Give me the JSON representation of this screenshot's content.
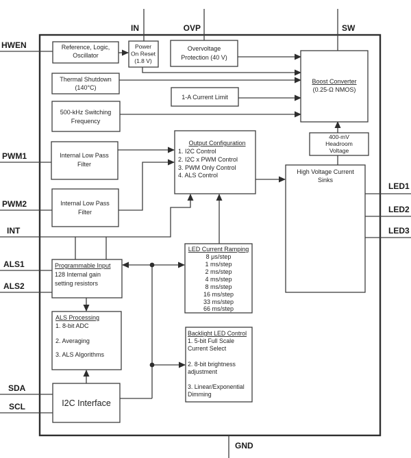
{
  "pins": {
    "hwen": "HWEN",
    "in": "IN",
    "ovp": "OVP",
    "sw": "SW",
    "pwm1": "PWM1",
    "pwm2": "PWM2",
    "int": "INT",
    "als1": "ALS1",
    "als2": "ALS2",
    "sda": "SDA",
    "scl": "SCL",
    "led1": "LED1",
    "led2": "LED2",
    "led3": "LED3",
    "gnd": "GND"
  },
  "blocks": {
    "reference": {
      "line1": "Reference, Logic,",
      "line2": "Oscillator"
    },
    "power_on_reset": {
      "line1": "Power",
      "line2": "On Reset",
      "line3": "(1.8 V)"
    },
    "overvoltage": {
      "line1": "Overvoltage",
      "line2": "Protection (40 V)"
    },
    "thermal": {
      "line1": "Thermal Shutdown",
      "line2": "(140°C)"
    },
    "current_limit": {
      "line1": "1-A Current Limit"
    },
    "switching": {
      "line1": "500-kHz Switching",
      "line2": "Frequency"
    },
    "boost": {
      "title": "Boost Converter",
      "line1": "(0.25-Ω NMOS)"
    },
    "headroom": {
      "line1": "400-mV",
      "line2": "Headroom",
      "line3": "Voltage"
    },
    "hv_sinks": {
      "line1": "High Voltage Current",
      "line2": "Sinks"
    },
    "lpf1": {
      "line1": "Internal Low Pass",
      "line2": "Filter"
    },
    "lpf2": {
      "line1": "Internal Low Pass",
      "line2": "Filter"
    },
    "output_config": {
      "title": "Output Configuration",
      "items": [
        "1. I2C Control",
        "2. I2C x PWM Control",
        "3. PWM Only Control",
        "4. ALS Control"
      ]
    },
    "led_ramp": {
      "title": "LED Current Ramping",
      "items": [
        "8 μs/step",
        "1 ms/step",
        "2 ms/step",
        "4 ms/step",
        "8 ms/step",
        "16 ms/step",
        "33 ms/step",
        "66 ms/step"
      ]
    },
    "prog_input": {
      "title": "Programmable Input",
      "line1": "128 Internal gain",
      "line2": "setting resistors"
    },
    "als_processing": {
      "title": "ALS Processing",
      "items": [
        "1. 8-bit ADC",
        "2. Averaging",
        "3. ALS Algorithms"
      ]
    },
    "i2c": {
      "line1": "I2C Interface"
    },
    "backlight": {
      "title": "Backlight LED Control",
      "items": [
        "1. 5-bit Full Scale",
        "Current Select",
        "2. 8-bit brightness",
        "adjustment",
        "3. Linear/Exponential",
        "Dimming"
      ]
    }
  },
  "colors": {
    "wire": "#3d3d3d",
    "text": "#1f1f1f",
    "chip_border": "#2e2e2e",
    "background": "#ffffff"
  }
}
